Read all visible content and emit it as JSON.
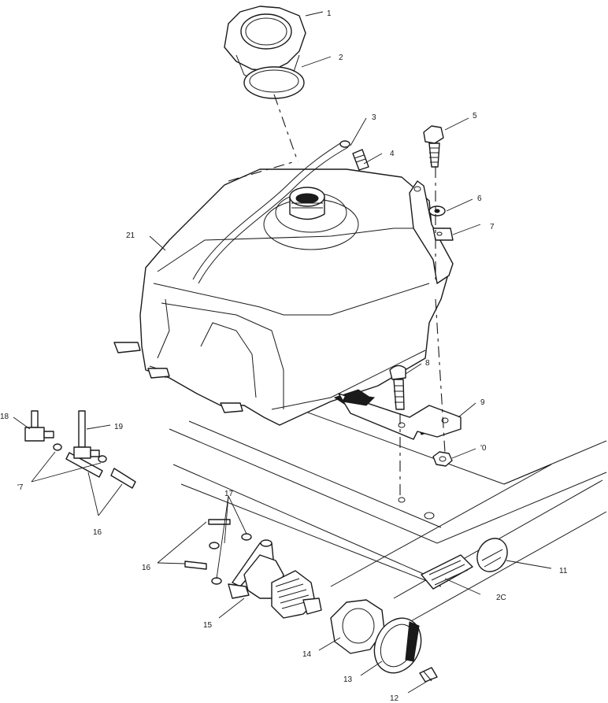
{
  "callouts": [
    {
      "id": "c1",
      "label": "1"
    },
    {
      "id": "c2",
      "label": "2"
    },
    {
      "id": "c3",
      "label": "3"
    },
    {
      "id": "c4",
      "label": "4"
    },
    {
      "id": "c5",
      "label": "5"
    },
    {
      "id": "c6",
      "label": "6"
    },
    {
      "id": "c7",
      "label": "7"
    },
    {
      "id": "c8",
      "label": "8"
    },
    {
      "id": "c9",
      "label": "9"
    },
    {
      "id": "c10",
      "label": "'0"
    },
    {
      "id": "c11",
      "label": "11"
    },
    {
      "id": "c12",
      "label": "12"
    },
    {
      "id": "c13",
      "label": "13"
    },
    {
      "id": "c14",
      "label": "14"
    },
    {
      "id": "c15",
      "label": "15"
    },
    {
      "id": "c16a",
      "label": "16"
    },
    {
      "id": "c16b",
      "label": "16"
    },
    {
      "id": "c17a",
      "label": "'7"
    },
    {
      "id": "c17b",
      "label": "17"
    },
    {
      "id": "c18",
      "label": "18"
    },
    {
      "id": "c19",
      "label": "19"
    },
    {
      "id": "c20",
      "label": "2C"
    },
    {
      "id": "c21",
      "label": "21"
    }
  ],
  "parts": {
    "p1": "fuel-cap-icon",
    "p2": "cap-gasket-icon",
    "p3": "vent-hose-icon",
    "p4": "vent-fitting-icon",
    "p5": "hex-bolt-icon",
    "p6": "washer-icon",
    "p7": "bracket-icon",
    "p8": "bolt-icon",
    "p9": "tank-strap-icon",
    "p10": "hex-nut-icon",
    "p11": "frame-plug-icon",
    "p12": "screw-icon",
    "p13": "gauge-ring-icon",
    "p14": "lock-nut-icon",
    "p15": "fuel-valve-icon",
    "p16": "fuel-line-icon",
    "p17": "hose-clamp-icon",
    "p18": "elbow-fitting-icon",
    "p19": "tee-fitting-icon",
    "p20": "decal-icon",
    "p21": "fuel-tank-icon"
  }
}
